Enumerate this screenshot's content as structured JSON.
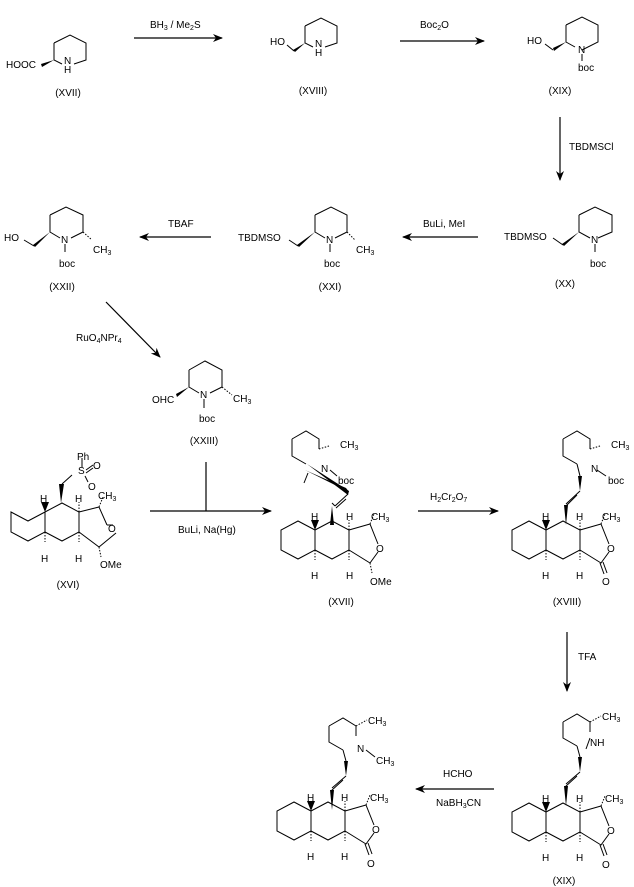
{
  "title": "Synthesis scheme",
  "compounds": {
    "c1": {
      "label": "(XVII)",
      "group": "HOOC",
      "nh": "N",
      "h": "H"
    },
    "c2": {
      "label": "(XVIII)",
      "group": "HO",
      "nh": "N",
      "h": "H"
    },
    "c3": {
      "label": "(XIX)",
      "group": "HO",
      "n": "N",
      "prot": "boc"
    },
    "c4": {
      "label": "(XX)",
      "group": "TBDMSO",
      "n": "N",
      "prot": "boc"
    },
    "c5": {
      "label": "(XXI)",
      "group": "TBDMSO",
      "n": "N",
      "prot": "boc",
      "me": "CH",
      "me_sub": "3"
    },
    "c6": {
      "label": "(XXII)",
      "group": "HO",
      "n": "N",
      "prot": "boc",
      "me": "CH",
      "me_sub": "3"
    },
    "c7": {
      "label": "(XXIII)",
      "group": "OHC",
      "n": "N",
      "prot": "boc",
      "me": "CH",
      "me_sub": "3"
    },
    "c8": {
      "label": "(XVI)",
      "ph": "Ph",
      "s": "S",
      "o1": "O",
      "o2": "O",
      "h": "H",
      "me": "CH",
      "me_sub": "3",
      "ring_o": "O",
      "ome": "OMe"
    },
    "c9": {
      "label": "(XVII)",
      "n": "N",
      "prot": "boc",
      "h": "H",
      "me": "CH",
      "me_sub": "3",
      "ring_o": "O",
      "ome": "OMe"
    },
    "c10": {
      "label": "(XVIII)",
      "n": "N",
      "prot": "boc",
      "h": "H",
      "me": "CH",
      "me_sub": "3",
      "ring_o": "O",
      "co": "O"
    },
    "c11": {
      "label": "(XIX)",
      "nh": "NH",
      "h": "H",
      "me": "CH",
      "me_sub": "3",
      "ring_o": "O",
      "co": "O"
    },
    "c12": {
      "label": "",
      "n": "N",
      "h": "H",
      "me": "CH",
      "me_sub": "3",
      "ring_o": "O",
      "co": "O"
    }
  },
  "reagents": {
    "r1": {
      "main": "BH",
      "sub1": "3",
      "mid": " / Me",
      "sub2": "2",
      "end": "S"
    },
    "r2": {
      "main": "Boc",
      "sub1": "2",
      "end": "O"
    },
    "r3": "TBDMSCl",
    "r4": "BuLi,  MeI",
    "r5": "TBAF",
    "r6": {
      "main": "RuO",
      "sub1": "4",
      "mid": "NPr",
      "sub2": "4"
    },
    "r7": "BuLi, Na(Hg)",
    "r8": {
      "a": "H",
      "s1": "2",
      "b": "Cr",
      "s2": "2",
      "c": "O",
      "s3": "7"
    },
    "r9": "TFA",
    "r10a": "HCHO",
    "r10b": {
      "main": "NaBH",
      "sub1": "3",
      "end": "CN"
    }
  }
}
